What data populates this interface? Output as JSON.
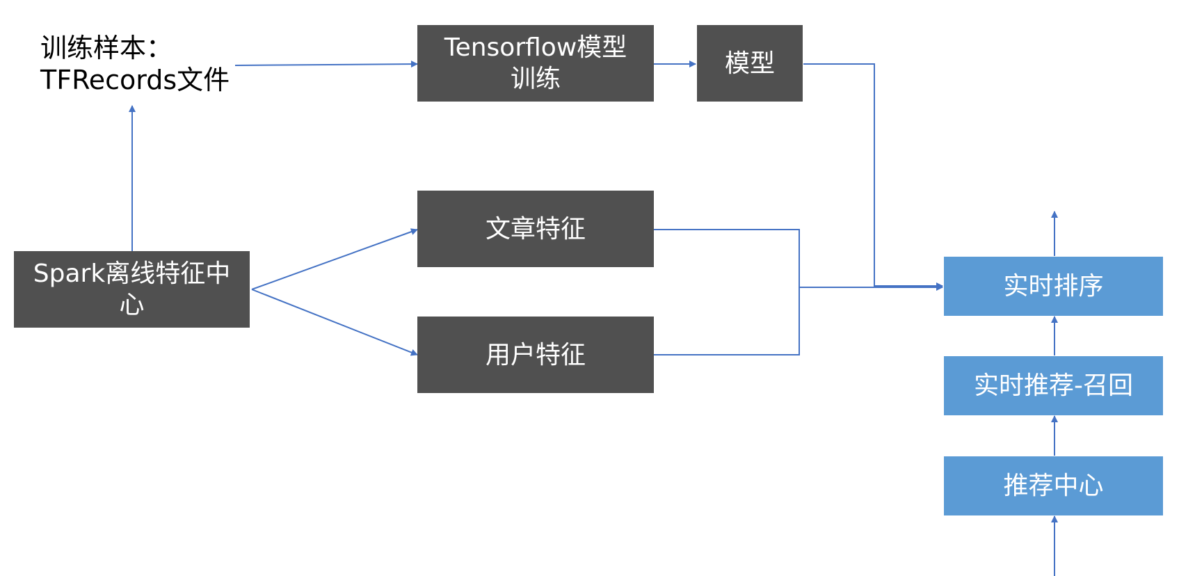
{
  "nodes": {
    "training_samples": {
      "line1": "训练样本：",
      "line2": "TFRecords文件"
    },
    "tensorflow_training": {
      "line1": "Tensorflow模型",
      "line2": "训练"
    },
    "model": "模型",
    "spark_offline": {
      "line1": "Spark离线特征中",
      "line2": "心"
    },
    "article_features": "文章特征",
    "user_features": "用户特征",
    "realtime_ranking": "实时排序",
    "realtime_recall": "实时推荐-召回",
    "recommend_center": "推荐中心"
  },
  "colors": {
    "dark_box": "#505050",
    "blue_box": "#5b9bd5",
    "line": "#4472c4",
    "text_light": "#ffffff",
    "text_dark": "#000000"
  }
}
